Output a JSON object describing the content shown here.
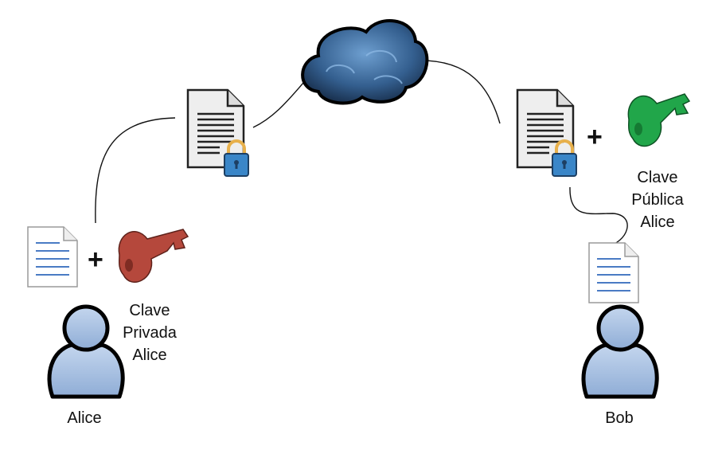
{
  "labels": {
    "alice": "Alice",
    "bob": "Bob",
    "private_key": [
      "Clave",
      "Privada",
      "Alice"
    ],
    "public_key": [
      "Clave",
      "Pública",
      "Alice"
    ],
    "plus": "+"
  },
  "colors": {
    "private_key": "#b5483c",
    "public_key": "#21a64a",
    "user": "#a9c1e2",
    "cloud": "#345f8f",
    "lock": "#3a86c8",
    "shackle": "#e7b04b"
  },
  "icons": [
    "user-icon",
    "document-icon",
    "encrypted-document-icon",
    "key-icon",
    "cloud-icon",
    "lock-icon"
  ]
}
